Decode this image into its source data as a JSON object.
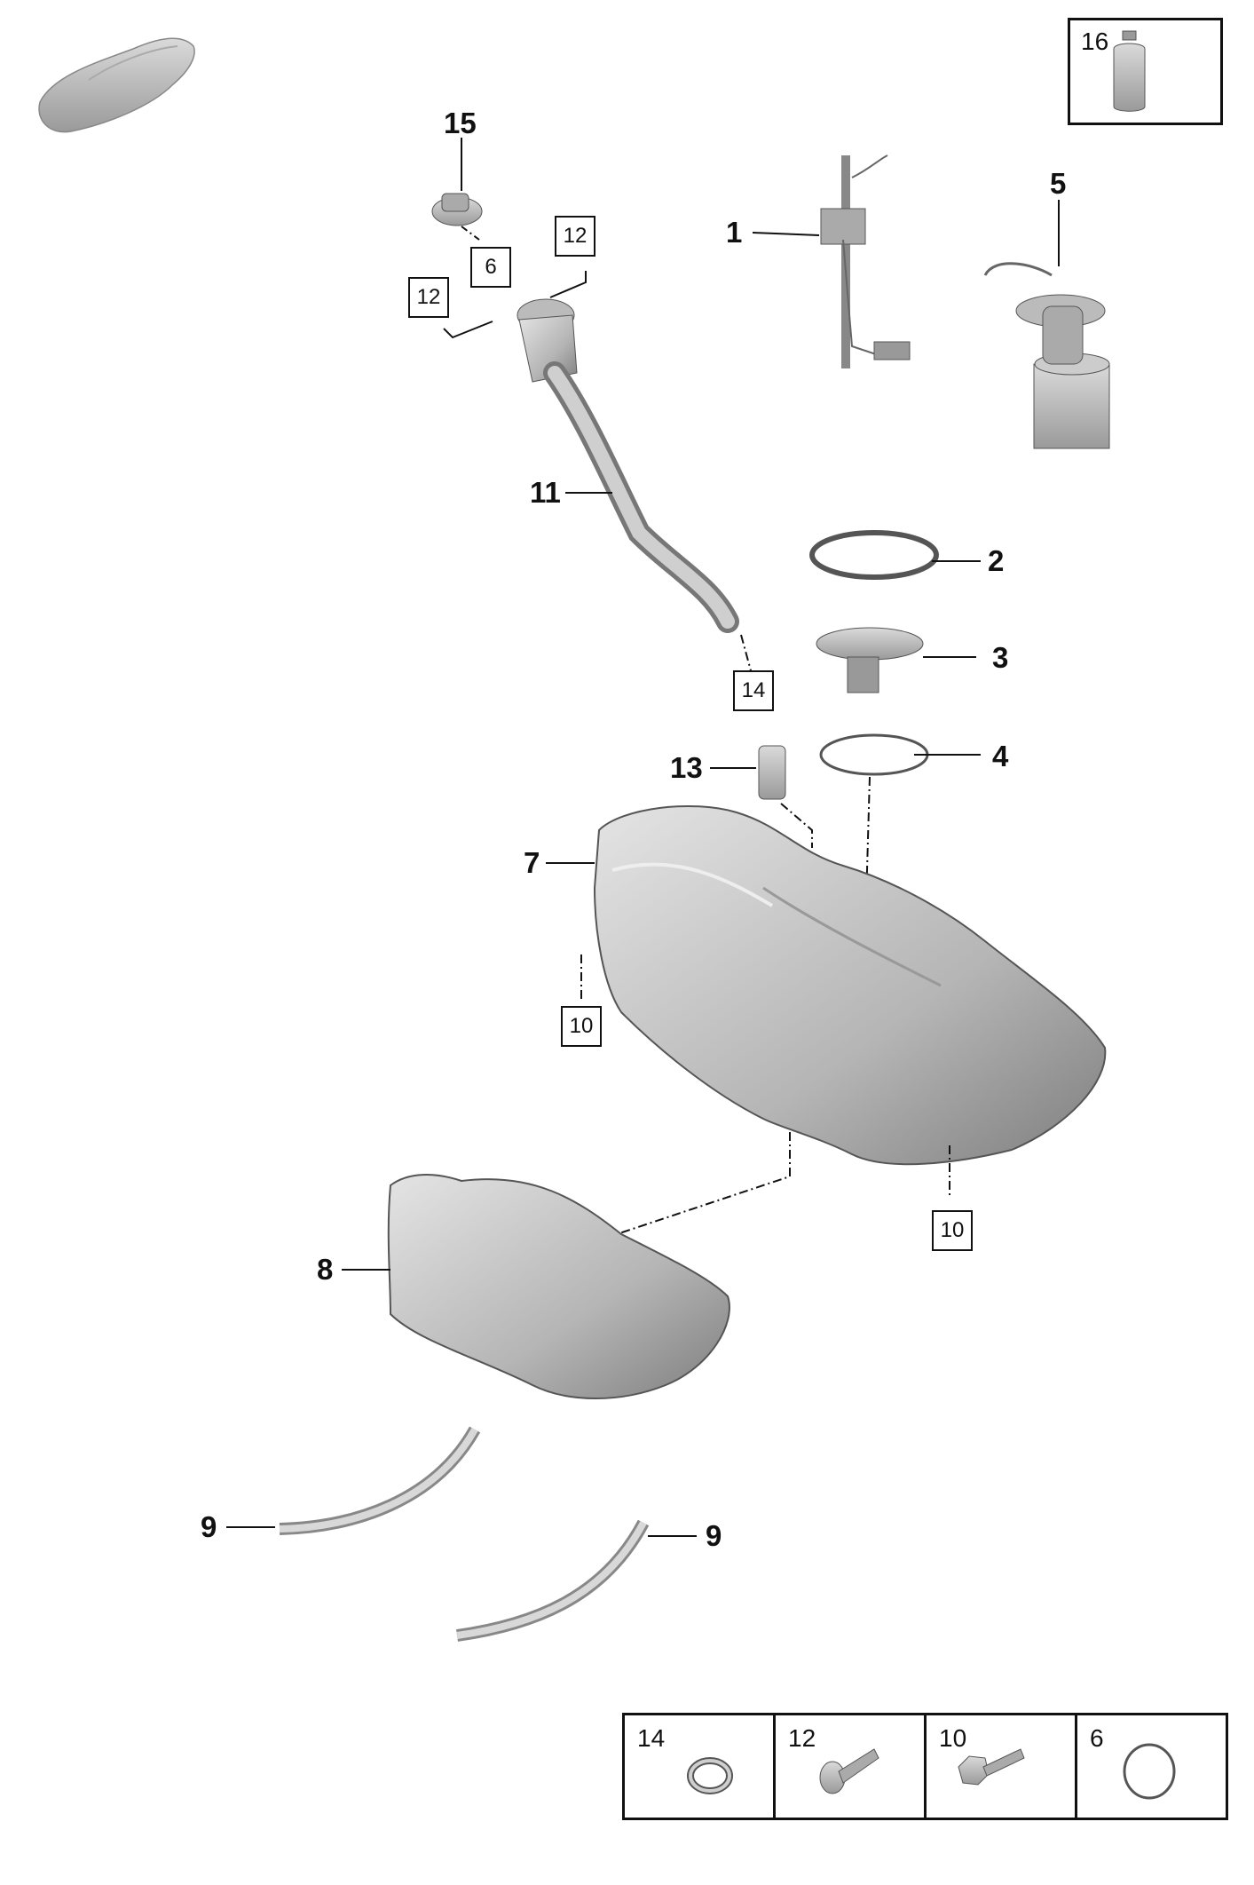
{
  "callouts": {
    "c1": "1",
    "c2": "2",
    "c3": "3",
    "c4": "4",
    "c5": "5",
    "c7": "7",
    "c8": "8",
    "c9a": "9",
    "c9b": "9",
    "c11": "11",
    "c13": "13",
    "c15": "15"
  },
  "boxed_refs": {
    "b6": "6",
    "b12a": "12",
    "b12b": "12",
    "b14": "14",
    "b10a": "10",
    "b10b": "10"
  },
  "legend": {
    "items": [
      {
        "number": "14",
        "icon": "hose-clamp-icon"
      },
      {
        "number": "12",
        "icon": "screw-icon"
      },
      {
        "number": "10",
        "icon": "hex-bolt-icon"
      },
      {
        "number": "6",
        "icon": "o-ring-icon"
      }
    ],
    "bottle": {
      "number": "16",
      "icon": "fluid-bottle-icon"
    }
  },
  "icons": {
    "vehicle": "car-silhouette-icon"
  },
  "colors": {
    "line": "#111111",
    "part_fill": "#c8c8c8",
    "part_shade": "#8d8d8d"
  }
}
